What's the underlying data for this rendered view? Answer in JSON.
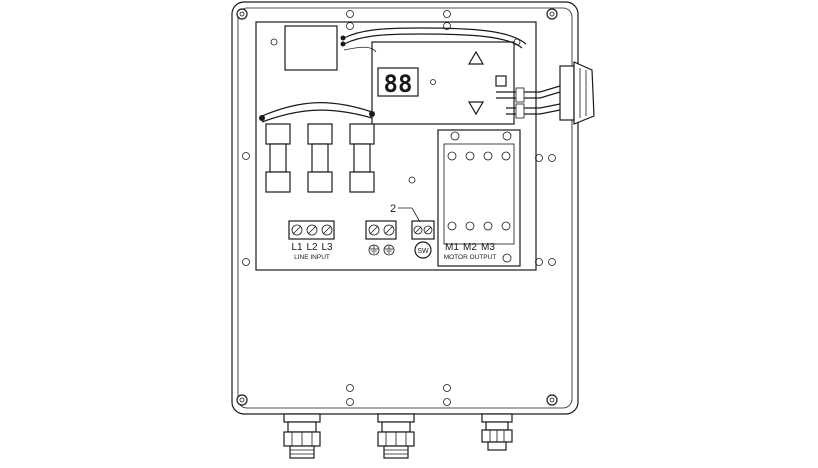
{
  "callout": {
    "number": "2"
  },
  "line_input": {
    "caption": "LINE INPUT",
    "terminals": [
      "L1",
      "L2",
      "L3"
    ]
  },
  "motor_output": {
    "caption": "MOTOR OUTPUT",
    "terminals": [
      "M1",
      "M2",
      "M3"
    ]
  },
  "switch_terminal": {
    "label": "SW"
  },
  "display": {
    "digits": "88"
  },
  "arrow_buttons": [
    "up-arrow-icon",
    "square-stop-icon",
    "down-arrow-icon"
  ],
  "icons": {
    "ground": "ground-icon",
    "screw": "screw-icon",
    "fuse": "fuse-icon",
    "gland": "cable-gland-icon"
  },
  "colors": {
    "ink": "#1a1a1a",
    "paper": "#ffffff"
  }
}
